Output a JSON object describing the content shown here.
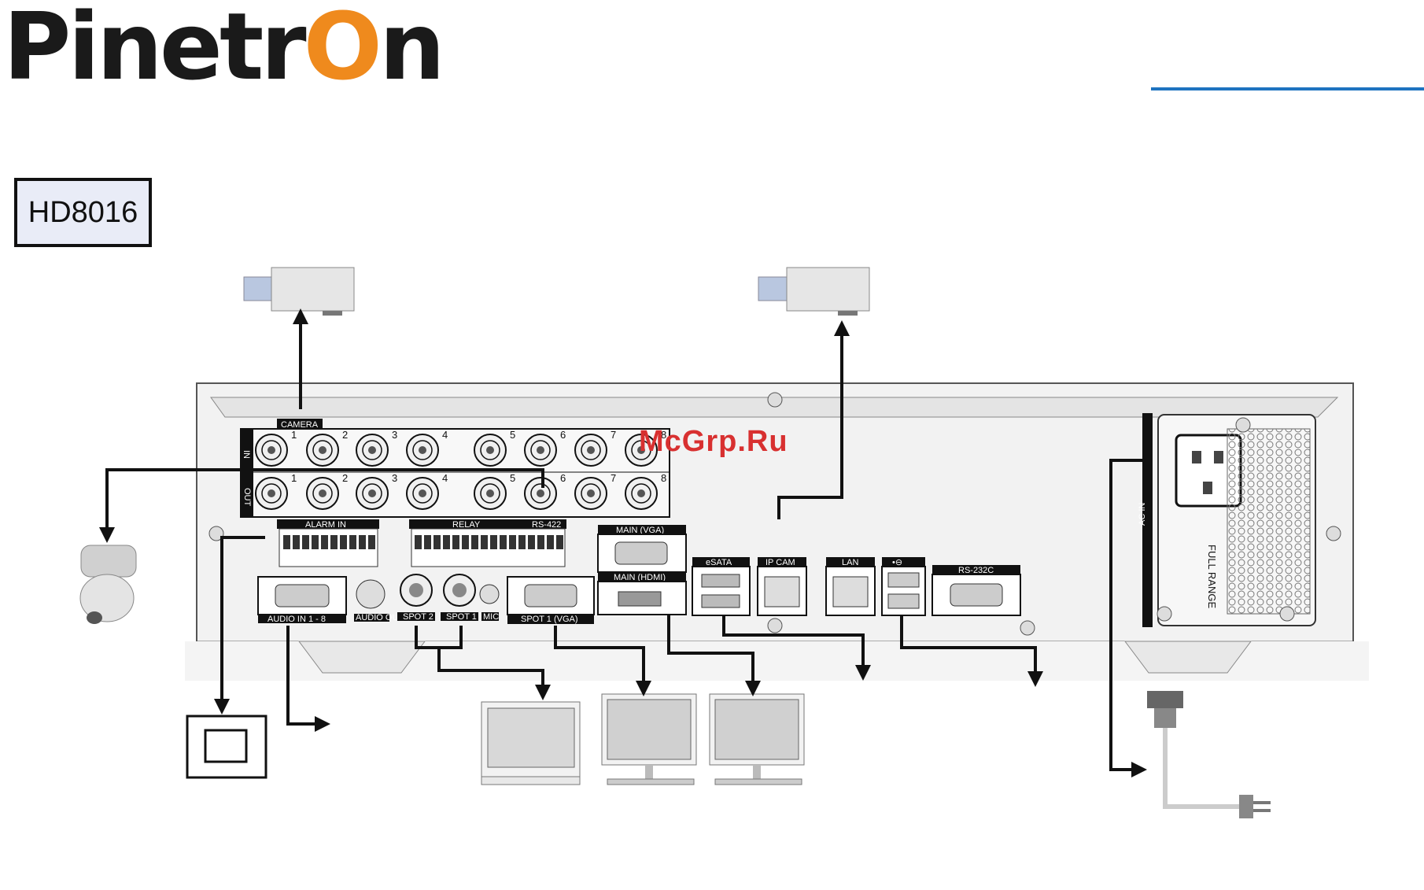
{
  "brand": {
    "logo_text_a": "Pinetr",
    "logo_text_o": "O",
    "logo_text_b": "n",
    "accent_color": "#ef8a1d",
    "rule_color": "#1e73c0"
  },
  "model": "HD8016",
  "watermark": "McGrp.Ru",
  "panel_labels": {
    "camera": "CAMERA",
    "in": "IN",
    "out": "OUT",
    "alarm_in": "ALARM IN",
    "relay": "RELAY",
    "rs422": "RS-422",
    "main_vga": "MAIN (VGA)",
    "main_hdmi": "MAIN (HDMI)",
    "esata": "eSATA",
    "ip_cam": "IP CAM",
    "lan": "LAN",
    "usb": "•⊖",
    "rs232c": "RS-232C",
    "audio_in": "AUDIO IN 1 - 8",
    "audio_out": "AUDIO OUT",
    "spot2": "SPOT 2",
    "spot1": "SPOT 1",
    "mic": "MIC",
    "spot1_vga": "SPOT 1 (VGA)",
    "ac_in": "AC IN",
    "full_range": "FULL RANGE"
  },
  "bnc_numbers": [
    "1",
    "2",
    "3",
    "4",
    "5",
    "6",
    "7",
    "8"
  ]
}
